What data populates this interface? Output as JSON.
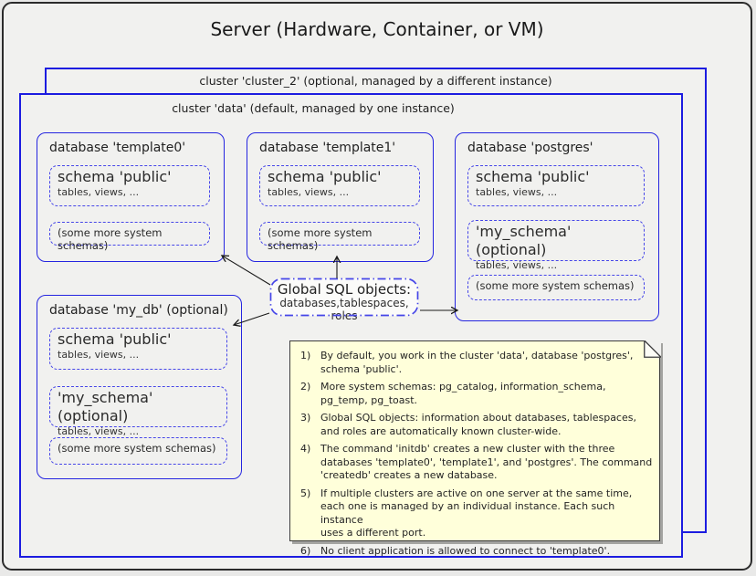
{
  "title": "Server (Hardware, Container, or VM)",
  "clusters": {
    "cluster2_label": "cluster 'cluster_2' (optional, managed by a different instance)",
    "data_label": "cluster 'data' (default, managed by one instance)"
  },
  "databases": [
    {
      "label": "database 'template0'",
      "schemas": [
        {
          "title": "schema 'public'",
          "subtitle": "tables, views, ..."
        },
        {
          "title": "(some more system schemas)"
        }
      ]
    },
    {
      "label": "database 'template1'",
      "schemas": [
        {
          "title": "schema 'public'",
          "subtitle": "tables, views, ..."
        },
        {
          "title": "(some more system schemas)"
        }
      ]
    },
    {
      "label": "database 'postgres'",
      "schemas": [
        {
          "title": "schema 'public'",
          "subtitle": "tables, views, ..."
        },
        {
          "title": "'my_schema' (optional)",
          "subtitle": "tables, views, ..."
        },
        {
          "title": "(some more system schemas)"
        }
      ]
    },
    {
      "label": "database 'my_db' (optional)",
      "schemas": [
        {
          "title": "schema 'public'",
          "subtitle": "tables, views, ..."
        },
        {
          "title": "'my_schema' (optional)",
          "subtitle": "tables, views, ..."
        },
        {
          "title": "(some more system schemas)"
        }
      ]
    }
  ],
  "global_objects": {
    "title": "Global SQL objects:",
    "subtitle": "databases,tablespaces, roles"
  },
  "notes": [
    {
      "num": "1)",
      "text": "By default, you work in the cluster 'data', database 'postgres',\nschema 'public'."
    },
    {
      "num": "2)",
      "text": "More system schemas: pg_catalog, information_schema,\npg_temp, pg_toast."
    },
    {
      "num": "3)",
      "text": "Global SQL objects: information about databases, tablespaces,\nand roles are automatically known cluster-wide."
    },
    {
      "num": "4)",
      "text": "The command 'initdb' creates a new cluster with the three\ndatabases 'template0', 'template1', and 'postgres'. The command\n'createdb' creates a new database."
    },
    {
      "num": "5)",
      "text": "If multiple clusters are active on one server at the same time,\neach one is managed by an individual instance. Each such instance\nuses a different port."
    },
    {
      "num": "6)",
      "text": "No client application is allowed to connect to 'template0'."
    }
  ],
  "colors": {
    "cluster_border": "#1c1ce0",
    "database_border": "#2525e0",
    "schema_border": "#4646e8",
    "note_bg": "#ffffda",
    "outline_dark": "#2b2b2b",
    "arrow": "#1a1a1a"
  }
}
